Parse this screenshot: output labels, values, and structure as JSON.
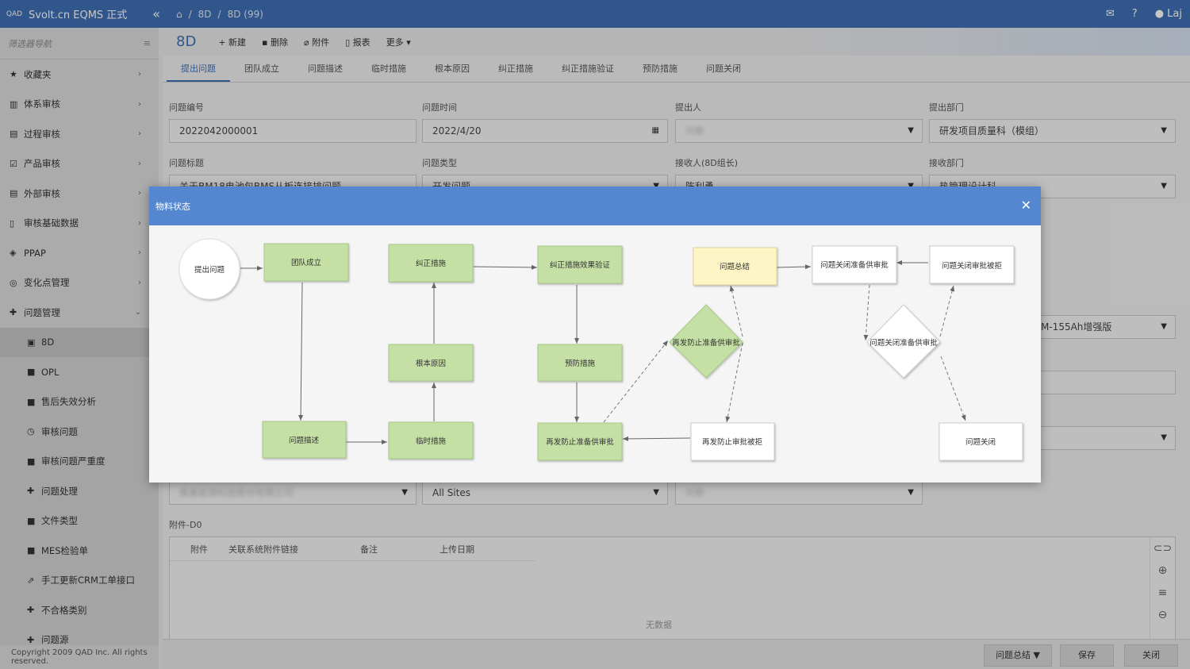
{
  "topbar": {
    "logo_text": "QAD",
    "app_title": "Svolt.cn EQMS 正式",
    "breadcrumb": [
      "8D",
      "8D (99)"
    ],
    "user": "Laj"
  },
  "sidebar": {
    "filter_placeholder": "筛选器导航",
    "items": [
      {
        "label": "收藏夹",
        "icon": "star-icon"
      },
      {
        "label": "体系审核",
        "icon": "bank-icon"
      },
      {
        "label": "过程审核",
        "icon": "list-icon"
      },
      {
        "label": "产品审核",
        "icon": "check-icon"
      },
      {
        "label": "外部审核",
        "icon": "list-icon"
      },
      {
        "label": "审核基础数据",
        "icon": "clipboard-icon"
      },
      {
        "label": "PPAP",
        "icon": "cube-icon"
      },
      {
        "label": "变化点管理",
        "icon": "target-icon"
      },
      {
        "label": "问题管理",
        "icon": "puzzle-icon"
      }
    ],
    "sub_items": [
      {
        "label": "8D",
        "icon": "doc-icon"
      },
      {
        "label": "OPL",
        "icon": "folder-icon"
      },
      {
        "label": "售后失效分析",
        "icon": "folder-icon"
      },
      {
        "label": "审核问题",
        "icon": "clock-icon"
      },
      {
        "label": "审核问题严重度",
        "icon": "folder-icon"
      },
      {
        "label": "问题处理",
        "icon": "puzzle-icon"
      },
      {
        "label": "文件类型",
        "icon": "folder-icon"
      },
      {
        "label": "MES检验单",
        "icon": "folder-icon"
      },
      {
        "label": "手工更新CRM工单接口",
        "icon": "external-icon"
      },
      {
        "label": "不合格类别",
        "icon": "puzzle-icon"
      },
      {
        "label": "问题源",
        "icon": "puzzle-icon"
      }
    ],
    "copyright": "Copyright 2009 QAD Inc. All rights reserved."
  },
  "toolbar": {
    "title": "8D",
    "new_label": "新建",
    "delete_label": "删除",
    "attach_label": "附件",
    "report_label": "报表",
    "more_label": "更多"
  },
  "tabs": [
    "提出问题",
    "团队成立",
    "问题描述",
    "临时措施",
    "根本原因",
    "纠正措施",
    "纠正措施验证",
    "预防措施",
    "问题关闭"
  ],
  "form": {
    "problem_no_label": "问题编号",
    "problem_no": "2022042000001",
    "problem_time_label": "问题时间",
    "problem_time": "2022/4/20",
    "proposer_label": "提出人",
    "proposer": "刘新",
    "proposer_dept_label": "提出部门",
    "proposer_dept": "研发项目质量科（模组）",
    "title_label": "问题标题",
    "title_value": "关于BM18电池包BMS从板连接排问题",
    "type_label": "问题类型",
    "type_value": "开发问题",
    "receiver_label": "接收人(8D组长)",
    "receiver_value": "陈利勇",
    "receiver_dept_label": "接收部门",
    "receiver_dept_value": "热管理设计科",
    "product_value": "M-155Ah增强版",
    "customer_value": "蜂巢能源科技股份有限公司",
    "site_value": "All Sites",
    "owner_value": "刘新"
  },
  "attachments": {
    "section_label": "附件-D0",
    "columns": [
      "附件",
      "关联系统附件链接",
      "备注",
      "上传日期"
    ],
    "empty_text": "无数据"
  },
  "bottom": {
    "summary_label": "问题总结",
    "save_label": "保存",
    "close_label": "关闭"
  },
  "modal": {
    "title": "物料状态",
    "nodes": {
      "start": "提出问题",
      "team": "团队成立",
      "describe": "问题描述",
      "corrective": "纠正措施",
      "root": "根本原因",
      "temporary": "临时措施",
      "verify": "纠正措施效果验证",
      "prevent": "预防措施",
      "recur_approve": "再发防止准备供审批",
      "summary": "问题总结",
      "recur_diamond": "再发防止准备供审批",
      "recur_reject": "再发防止审批被拒",
      "close_approve": "问题关闭准备供审批",
      "close_reject": "问题关闭审批被拒",
      "close_diamond": "问题关闭准备供审批",
      "closed": "问题关闭"
    },
    "colors": {
      "done": "#c5e0a5",
      "current": "#fdf5c6",
      "pending": "#ffffff"
    }
  }
}
